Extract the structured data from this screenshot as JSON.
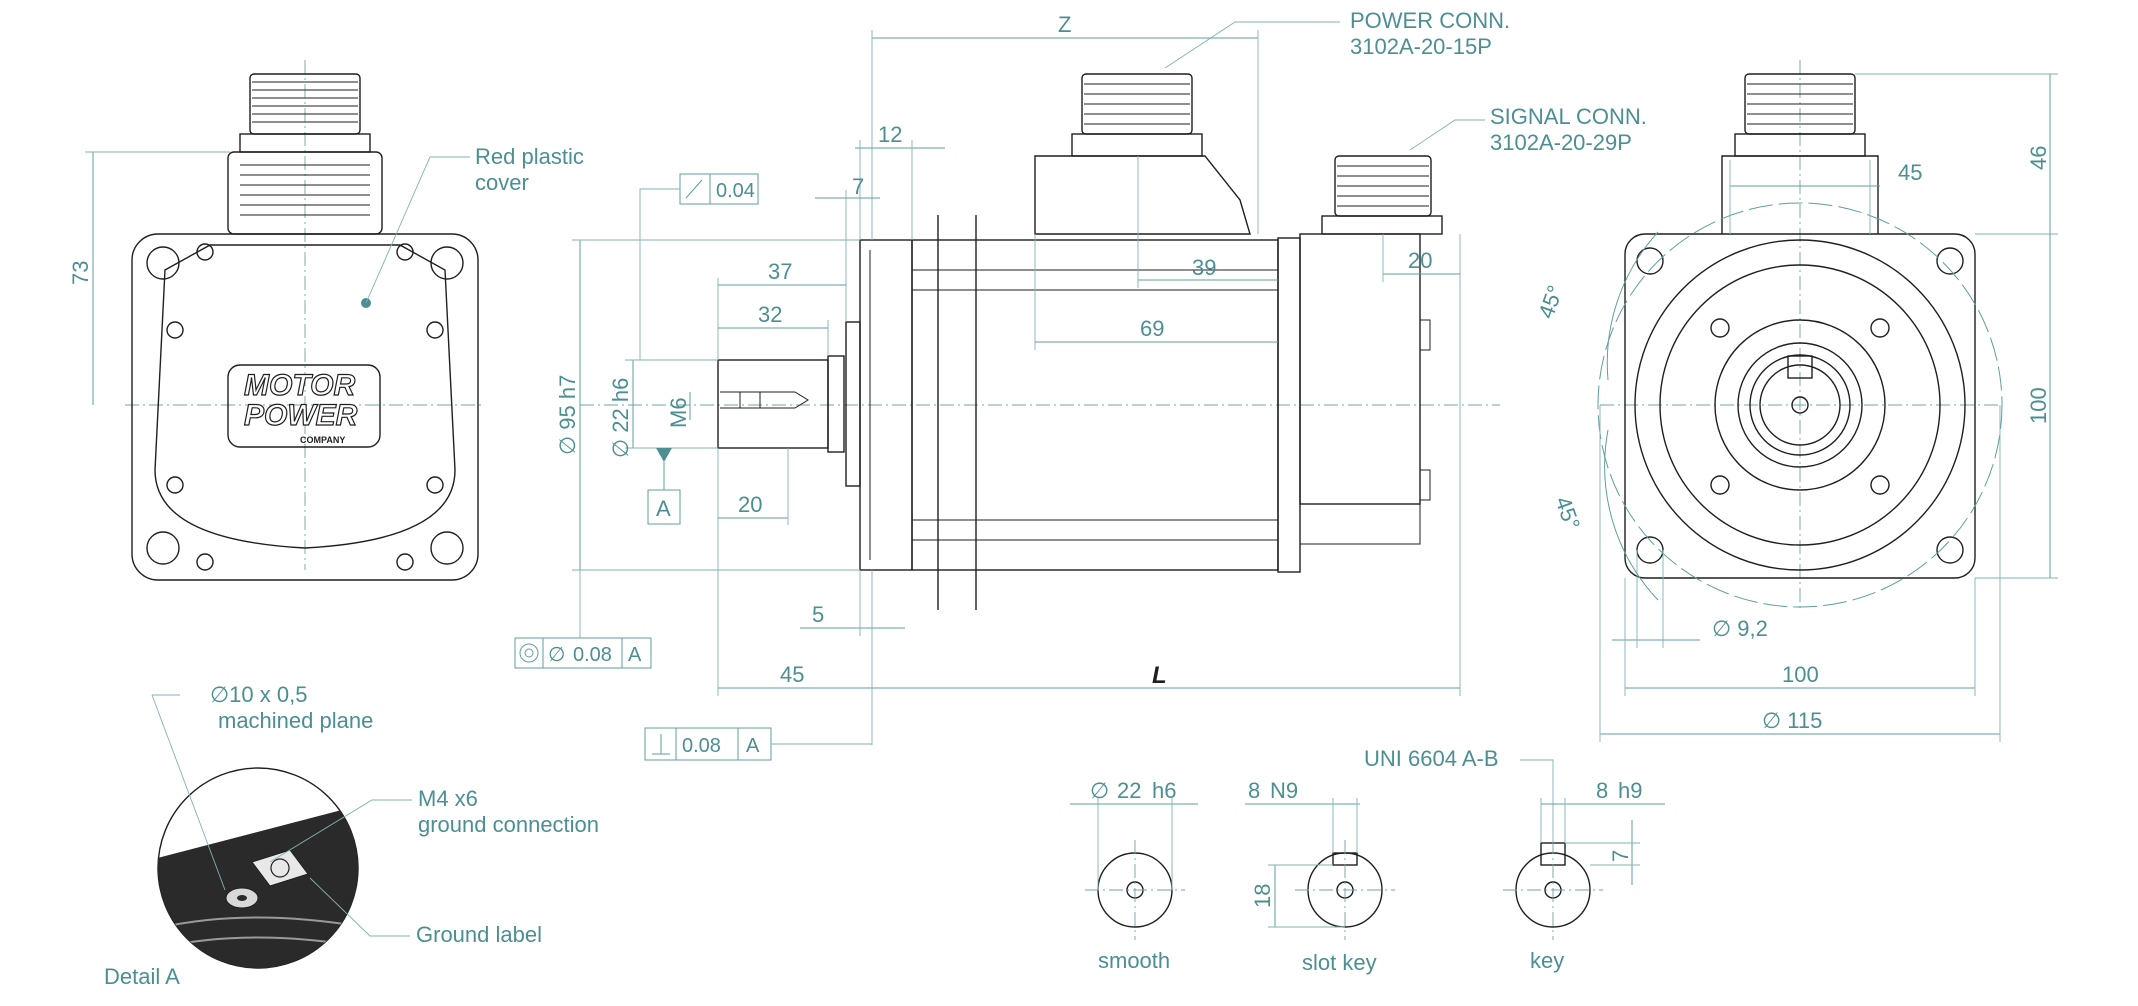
{
  "labels": {
    "red_cover": [
      "Red plastic",
      "cover"
    ],
    "power_conn": [
      "POWER CONN.",
      "3102A-20-15P"
    ],
    "signal_conn": [
      "SIGNAL CONN.",
      "3102A-20-29P"
    ],
    "plane": [
      "∅10 x 0,5",
      "machined plane"
    ],
    "ground_conn": [
      "M4 x6",
      "ground connection"
    ],
    "ground_label": "Ground label",
    "detail": "Detail A",
    "logo": [
      "MOTOR",
      "POWER",
      "COMPANY"
    ],
    "smooth": "smooth",
    "slot_key": "slot key",
    "key": "key",
    "uni": "UNI 6604 A-B",
    "datum": "A"
  },
  "dimensions": {
    "front_height": "73",
    "z": "Z",
    "l": "L",
    "d12": "12",
    "d7": "7",
    "d37": "37",
    "d32": "32",
    "d20_shaft": "20",
    "d5": "5",
    "d45_shaft": "45",
    "d39": "39",
    "d69": "69",
    "d20_signal": "20",
    "d95": "∅ 95 h7",
    "d22": "∅ 22 h6",
    "m6": "M6",
    "runout": "0.04",
    "concentricity": [
      "∅",
      "0.08",
      "A"
    ],
    "perpendicularity": [
      "0.08",
      "A"
    ],
    "r46": "46",
    "r45": "45",
    "r100_v": "100",
    "r100_h": "100",
    "r115": "∅ 115",
    "r92": "∅ 9,2",
    "ang_top": "45°",
    "ang_bot": "45°",
    "shaft_d": [
      "∅",
      "22",
      "h6"
    ],
    "n9": [
      "8",
      "N9"
    ],
    "h9": [
      "8",
      "h9"
    ],
    "d18": "18",
    "d7_key": "7"
  },
  "colors": {
    "line": "#1f1f1f",
    "dimension": "#5f9ea0",
    "text": "#4c8f93"
  }
}
